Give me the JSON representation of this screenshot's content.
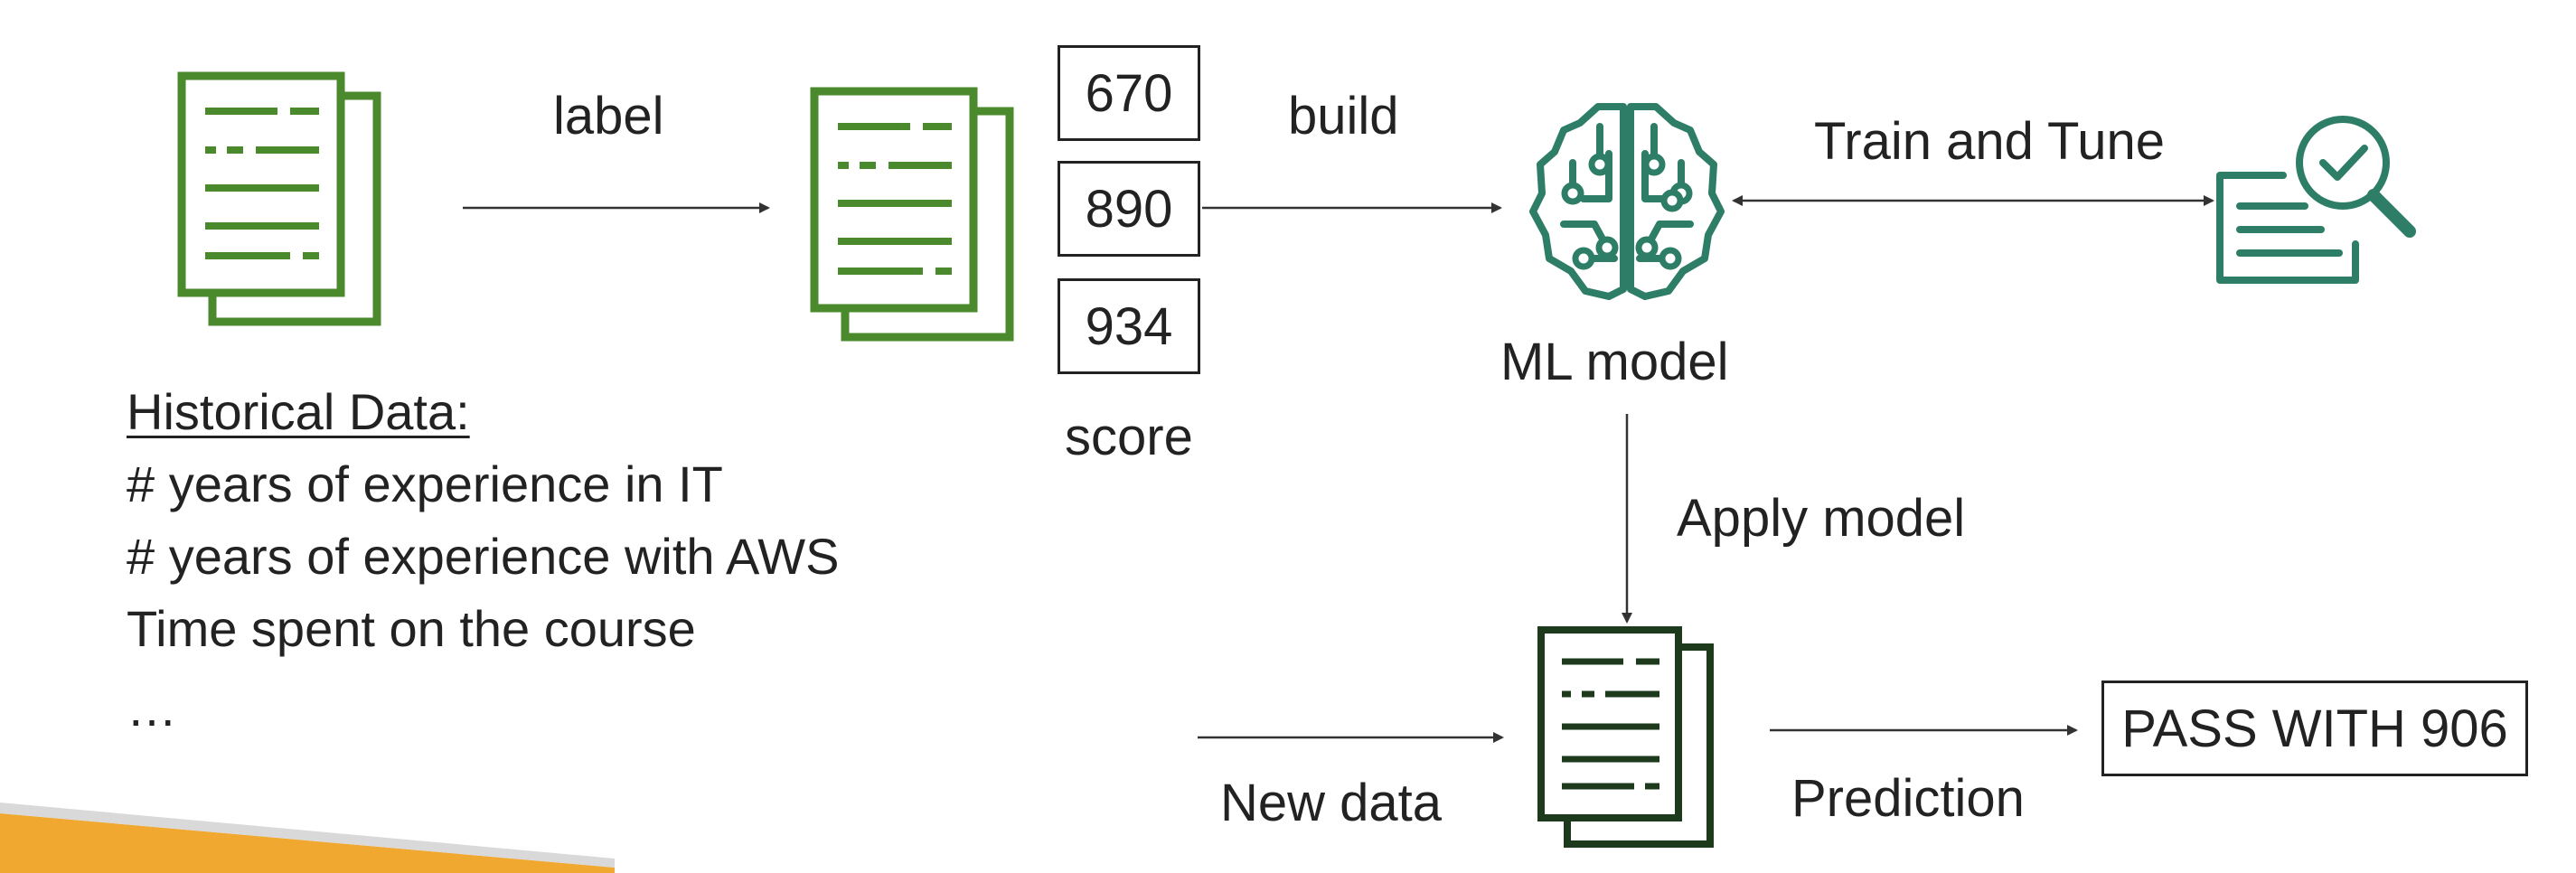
{
  "labels": {
    "label": "label",
    "build": "build",
    "train_and_tune": "Train and Tune",
    "ml_model": "ML model",
    "score": "score",
    "apply_model": "Apply model",
    "new_data": "New data",
    "prediction": "Prediction"
  },
  "scores": [
    "670",
    "890",
    "934"
  ],
  "result": "PASS WITH 906",
  "historical": {
    "title": "Historical Data:",
    "items": [
      "# years of experience in IT",
      "# years of experience with AWS",
      "Time spent on the course",
      "…"
    ]
  },
  "colors": {
    "document_green": "#4a8a2c",
    "model_teal": "#2e7d66",
    "new_doc_dark": "#1d3a1d",
    "accent_stripe": "#f0a830"
  },
  "icons": [
    "document-stack-icon",
    "labeled-document-stack-icon",
    "brain-model-icon",
    "search-check-icon",
    "new-document-stack-icon"
  ]
}
